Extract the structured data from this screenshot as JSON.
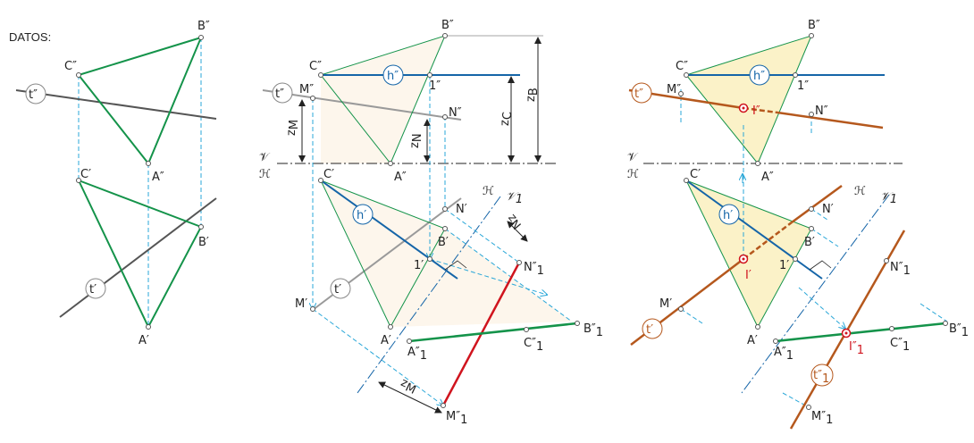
{
  "title": "DATOS:",
  "colors": {
    "green": "#14934a",
    "blue": "#1565a8",
    "cyan": "#2aa7d8",
    "grey": "#555555",
    "lightgrey": "#9a9a9a",
    "brown": "#b5581d",
    "red": "#d0141e",
    "fill_light": "#fdf6ec",
    "fill_yellow": "#fbf2c8"
  },
  "panel1": {
    "B2": "B″",
    "C2": "C″",
    "t2": "t″",
    "A2": "A″",
    "C1": "C′",
    "B1": "B′",
    "t1": "t′",
    "A1": "A′"
  },
  "panel2": {
    "B2": "B″",
    "C2": "C″",
    "h2": "h″",
    "p1_2": "1″",
    "t2": "t″",
    "M2": "M″",
    "N2": "N″",
    "A2": "A″",
    "V": "𝒱",
    "H": "ℋ",
    "zM": "z",
    "zM_sub": "M",
    "zN": "z",
    "zN_sub": "N",
    "zC": "z",
    "zC_sub": "C",
    "zB": "z",
    "zB_sub": "B",
    "C1": "C′",
    "h1": "h′",
    "N1": "N′",
    "B1": "B′",
    "p1_1": "1′",
    "t1": "t′",
    "M1": "M′",
    "A1": "A′",
    "H_new": "ℋ",
    "V1_new": "𝒱",
    "V1_sub": "1",
    "zN2": "z",
    "zN2_sub": "N",
    "N1new": "N″",
    "N1new_sub": "1",
    "B1new": "B″",
    "B1new_sub": "1",
    "C1new": "C″",
    "C1new_sub": "1",
    "A1new": "A″",
    "A1new_sub": "1",
    "M1new": "M″",
    "M1new_sub": "1",
    "zM2": "z",
    "zM2_sub": "M"
  },
  "panel3": {
    "B2": "B″",
    "C2": "C″",
    "h2": "h″",
    "p1_2": "1″",
    "t2": "t″",
    "M2": "M″",
    "I2": "I″",
    "N2": "N″",
    "A2": "A″",
    "V": "𝒱",
    "H": "ℋ",
    "C1": "C′",
    "h1": "h′",
    "N1": "N′",
    "B1": "B′",
    "p1_1": "1′",
    "I1": "I′",
    "M1": "M′",
    "t1": "t′",
    "A1": "A′",
    "H_new": "ℋ",
    "V1_new": "𝒱",
    "V1_sub": "1",
    "N1new": "N″",
    "N1new_sub": "1",
    "B1new": "B″",
    "B1new_sub": "1",
    "C1new": "C″",
    "C1new_sub": "1",
    "A1new": "A″",
    "A1new_sub": "1",
    "I1new": "I″",
    "I1new_sub": "1",
    "t1new": "t″",
    "t1new_sub": "1",
    "M1new": "M″",
    "M1new_sub": "1"
  }
}
